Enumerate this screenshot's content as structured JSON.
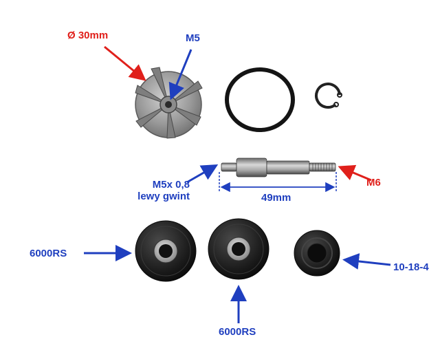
{
  "labels": {
    "impeller_diameter": "Ø 30mm",
    "impeller_thread": "M5",
    "shaft_thread_left_line1": "M5x 0,8",
    "shaft_thread_left_line2": "lewy gwint",
    "shaft_length": "49mm",
    "shaft_thread_right": "M6",
    "bearing_left": "6000RS",
    "bearing_center": "6000RS",
    "seal_size": "10-18-4"
  },
  "colors": {
    "red_annotation": "#e0201b",
    "blue_annotation": "#1f3fbf",
    "part_black": "#141414",
    "part_metal": "#9a9a9a",
    "background": "#ffffff"
  }
}
